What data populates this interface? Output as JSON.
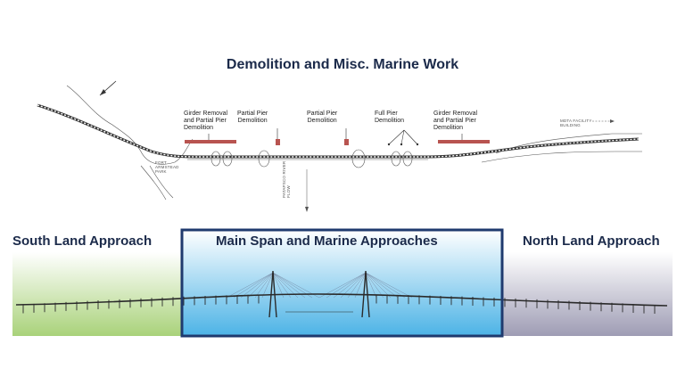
{
  "title": "Demolition and Misc. Marine Work",
  "sections": {
    "south": "South Land Approach",
    "main": "Main Span and Marine Approaches",
    "north": "North Land Approach"
  },
  "plan_labels": {
    "girder_left": "Girder Removal\nand Partial Pier\nDemolition",
    "partial_pier_1": "Partial Pier\nDemolition",
    "partial_pier_2": "Partial Pier\nDemolition",
    "full_pier": "Full Pier\nDemolition",
    "girder_right": "Girder Removal\nand Partial Pier\nDemolition"
  },
  "plan_small": {
    "fort": "FORT\nARMSTEAD\nPARK",
    "facility": "MDTA FACILITY\nBUILDING",
    "river": "PATAPSCO RIVER\nFLOW"
  },
  "colors": {
    "title": "#1b2a4a",
    "demolition_marker": "#b85450",
    "main_span_border": "#1f3a6e",
    "south_bg_from": "#ffffff",
    "south_bg_to": "#a9d27a",
    "main_bg_from": "#ffffff",
    "main_bg_to": "#4cb3e6",
    "north_bg_from": "#ffffff",
    "north_bg_to": "#9e9cb4",
    "cables": "#6f7f9a"
  }
}
